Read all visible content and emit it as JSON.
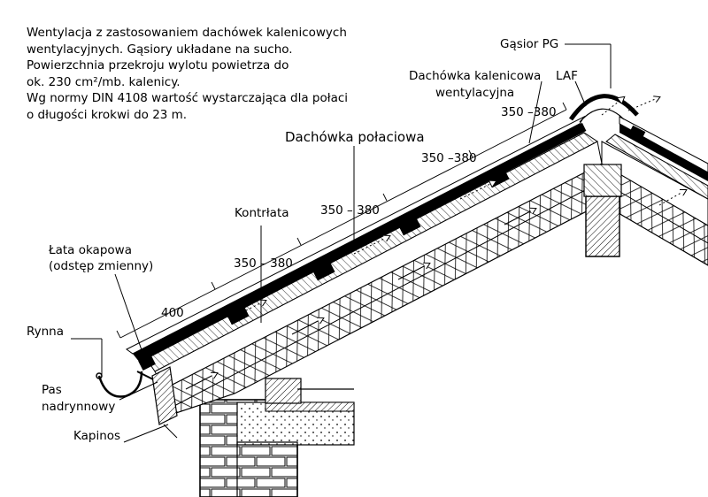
{
  "description": {
    "lines": [
      "Wentylacja z zastosowaniem dachówek kalenicowych",
      "wentylacyjnych. Gąsiory układane na sucho.",
      "Powierzchnia przekroju wylotu powietrza do",
      "ok. 230 cm²/mb. kalenicy.",
      "Wg normy DIN 4108 wartość wystarczająca dla połaci",
      "o długości krokwi do 23 m."
    ]
  },
  "labels": {
    "gasior": "Gąsior PG",
    "dachowka_kalenicowa_1": "Dachówka kalenicowa",
    "dachowka_kalenicowa_2": "wentylacyjna",
    "laf": "LAF",
    "dachowka_polaciowa": "Dachówka połaciowa",
    "kontrlata": "Kontrłata",
    "lata_okapowa_1": "Łata okapowa",
    "lata_okapowa_2": "(odstęp zmienny)",
    "rynna": "Rynna",
    "pas_nadrynnowy_1": "Pas",
    "pas_nadrynnowy_2": "nadrynnowy",
    "kapinos": "Kapinos"
  },
  "dimensions": {
    "eave": "400",
    "spacing_1": "350 – 380",
    "spacing_2": "350 – 380",
    "spacing_3": "350 –380",
    "spacing_4": "350 –380"
  }
}
